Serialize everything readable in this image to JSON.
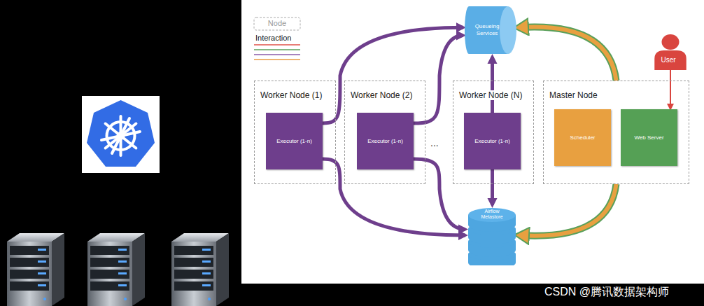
{
  "diagram": {
    "nodes": [
      {
        "text": [
          "Worker Node (1)"
        ]
      },
      {
        "text": [
          "Executor (1-n)"
        ],
        "in": 0
      },
      {
        "text": [
          "Worker Node (2)"
        ]
      },
      {
        "text": [
          "Executor (1-n)"
        ],
        "in": 2
      },
      {
        "text": [
          "Worker Node (N)"
        ]
      },
      {
        "text": [
          "Executor (1-n)"
        ],
        "in": 4
      },
      {
        "text": [
          "Master Node"
        ]
      },
      {
        "text": [
          "Scheduler"
        ],
        "in": 6
      },
      {
        "text": [
          "Web Server"
        ],
        "in": 6
      },
      {
        "text": [
          "Queueing Services"
        ]
      },
      {
        "text": [
          "Airflow Metastore"
        ]
      },
      {
        "text": [
          "User"
        ]
      }
    ],
    "edges": [
      {
        "from": 1,
        "to": 9,
        "arrow": "to"
      },
      {
        "from": 3,
        "to": 9,
        "arrow": "to"
      },
      {
        "from": 5,
        "to": 9,
        "arrow": "to"
      },
      {
        "from": 1,
        "to": 10,
        "arrow": "to"
      },
      {
        "from": 3,
        "to": 10,
        "arrow": "to"
      },
      {
        "from": 5,
        "to": 10,
        "arrow": "to"
      },
      {
        "from": 6,
        "to": 9,
        "arrow": "to"
      },
      {
        "from": 6,
        "to": 10,
        "arrow": "to"
      },
      {
        "from": 11,
        "to": 8,
        "arrow": "to"
      }
    ],
    "labels": [
      "...",
      "CSDN @腾讯数据架构师"
    ],
    "legend": [
      {
        "text": "Node"
      },
      {
        "text": "Interaction"
      }
    ]
  }
}
